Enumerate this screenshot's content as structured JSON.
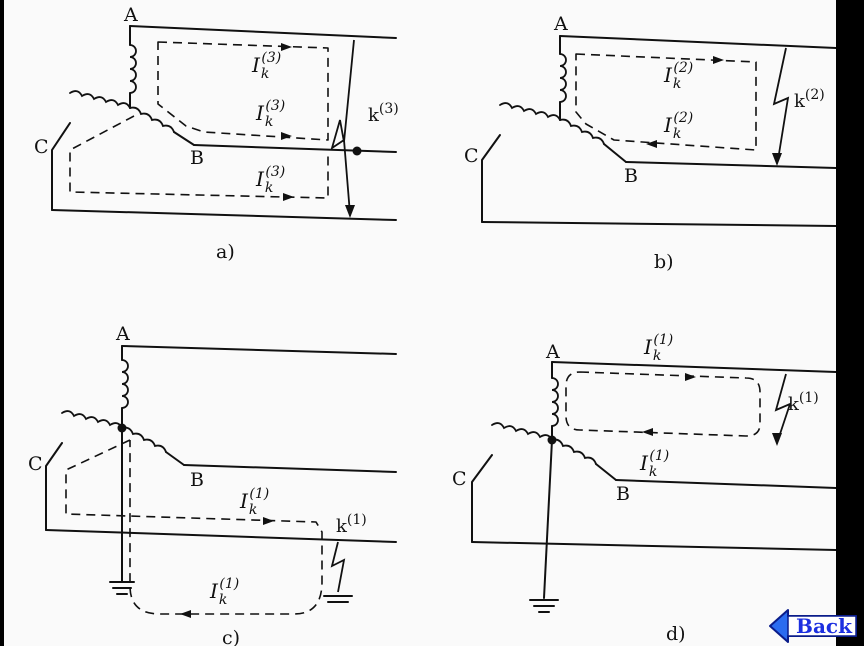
{
  "panels": [
    {
      "caption": "a)",
      "nodes": [
        "A",
        "B",
        "C"
      ],
      "fault_label": {
        "base": "k",
        "sup": "(3)"
      },
      "currents": [
        {
          "base": "I",
          "sub": "k",
          "sup": "(3)"
        },
        {
          "base": "I",
          "sub": "k",
          "sup": "(3)"
        },
        {
          "base": "I",
          "sub": "k",
          "sup": "(3)"
        }
      ]
    },
    {
      "caption": "b)",
      "nodes": [
        "A",
        "B",
        "C"
      ],
      "fault_label": {
        "base": "k",
        "sup": "(2)"
      },
      "currents": [
        {
          "base": "I",
          "sub": "k",
          "sup": "(2)"
        },
        {
          "base": "I",
          "sub": "k",
          "sup": "(2)"
        }
      ]
    },
    {
      "caption": "c)",
      "nodes": [
        "A",
        "B",
        "C"
      ],
      "fault_label": {
        "base": "k",
        "sup": "(1)"
      },
      "currents": [
        {
          "base": "I",
          "sub": "k",
          "sup": "(1)"
        },
        {
          "base": "I",
          "sub": "k",
          "sup": "(1)"
        }
      ]
    },
    {
      "caption": "d)",
      "nodes": [
        "A",
        "B",
        "C"
      ],
      "fault_label": {
        "base": "k",
        "sup": "(1)"
      },
      "currents": [
        {
          "base": "I",
          "sub": "k",
          "sup": "(1)"
        },
        {
          "base": "I",
          "sub": "k",
          "sup": "(1)"
        }
      ]
    }
  ],
  "back_button": {
    "label": "Back",
    "text_color": "#1c2fe0",
    "fill_color": "#2b6cf0"
  }
}
